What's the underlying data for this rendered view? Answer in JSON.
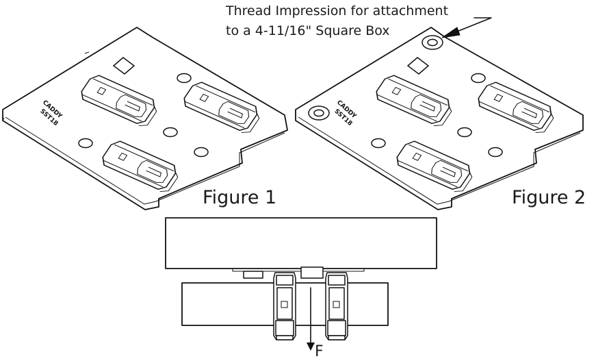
{
  "callout": {
    "line1": "Thread Impression for attachment",
    "line2": "to a 4-11/16\" Square Box"
  },
  "figure1": {
    "label": "Figure 1",
    "stamp_line1": "CADDY",
    "stamp_line2": "SST18"
  },
  "figure2": {
    "label": "Figure 2",
    "stamp_line1": "CADDY",
    "stamp_line2": "SST18"
  },
  "side_view": {
    "force_label": "F"
  }
}
